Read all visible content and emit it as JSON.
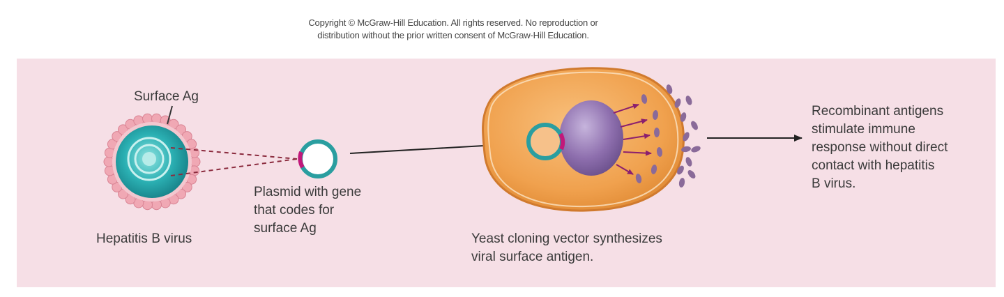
{
  "copyright": {
    "line1": "Copyright © McGraw-Hill Education.  All rights reserved. No reproduction or",
    "line2": "distribution without the prior written consent of  McGraw-Hill Education."
  },
  "labels": {
    "surface_ag": "Surface Ag",
    "hepatitis_b": "Hepatitis B virus",
    "plasmid": [
      "Plasmid with gene",
      "that codes for",
      "surface Ag"
    ],
    "yeast": [
      "Yeast cloning vector synthesizes",
      "viral surface antigen."
    ],
    "recombinant": [
      "Recombinant antigens",
      "stimulate immune",
      "response without direct",
      "contact with hepatitis",
      "B virus."
    ]
  },
  "colors": {
    "panel": "#f6dfe6",
    "virus_core": "#2bb0b3",
    "virus_spikes": "#f0a8b4",
    "plasmid_ring": "#2a9ea0",
    "plasmid_gene": "#c2187a",
    "yeast_cell": "#f0a14e",
    "nucleus": "#8e6fae",
    "antigen": "#8a6a99",
    "arrow": "#333333",
    "inner_arrow": "#8b1f6e"
  }
}
